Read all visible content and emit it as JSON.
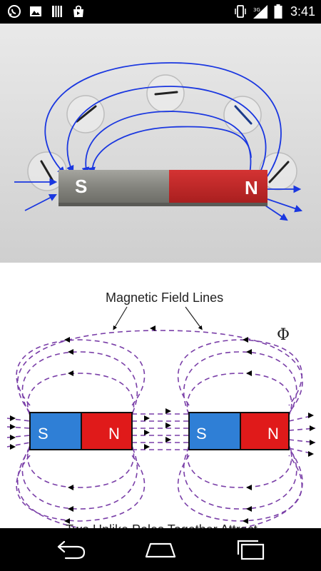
{
  "status_bar": {
    "time": "3:41",
    "network_label": "3G",
    "icons": [
      "whatsapp-icon",
      "gallery-icon",
      "notebook-icon",
      "store-icon",
      "vibrate-icon",
      "signal-icon",
      "battery-icon"
    ]
  },
  "photo": {
    "magnet_south_label": "S",
    "magnet_north_label": "N",
    "colors": {
      "gray_pole": "#8a8a86",
      "red_pole": "#c62a2a",
      "field_line": "#1a37e0"
    }
  },
  "diagram": {
    "title": "Magnetic Field Lines",
    "flux_symbol": "Φ",
    "caption": "Two Unlike Poles Together Attract",
    "left_magnet": {
      "south_label": "S",
      "north_label": "N"
    },
    "right_magnet": {
      "south_label": "S",
      "north_label": "N"
    },
    "colors": {
      "south_fill": "#2f7fd6",
      "north_fill": "#e01a1a",
      "line": "#7a3fa8"
    }
  },
  "nav_bar": {
    "buttons": [
      "back-button",
      "home-button",
      "recents-button"
    ]
  }
}
